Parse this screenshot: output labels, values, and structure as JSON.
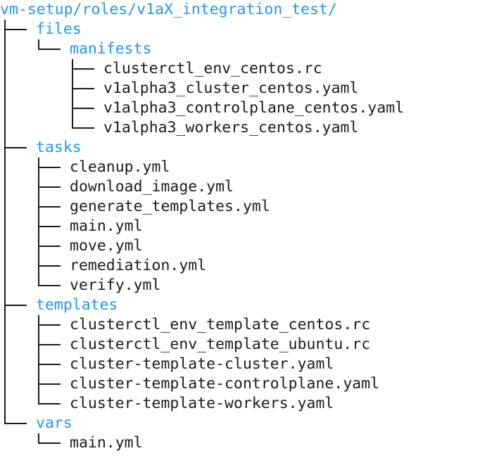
{
  "colors": {
    "directory": "#2196f3",
    "file": "#1b1b1b",
    "tree_line": "#1b1b1b",
    "background": "#ffffff"
  },
  "tree": {
    "root_label": "vm-setup/roles/v1aX_integration_test/",
    "nodes": [
      {
        "label": "files",
        "type": "directory",
        "level": 1
      },
      {
        "label": "manifests",
        "type": "directory",
        "level": 2
      },
      {
        "label": "clusterctl_env_centos.rc",
        "type": "file",
        "level": 3
      },
      {
        "label": "v1alpha3_cluster_centos.yaml",
        "type": "file",
        "level": 3
      },
      {
        "label": "v1alpha3_controlplane_centos.yaml",
        "type": "file",
        "level": 3
      },
      {
        "label": "v1alpha3_workers_centos.yaml",
        "type": "file",
        "level": 3
      },
      {
        "label": "tasks",
        "type": "directory",
        "level": 1
      },
      {
        "label": "cleanup.yml",
        "type": "file",
        "level": 2
      },
      {
        "label": "download_image.yml",
        "type": "file",
        "level": 2
      },
      {
        "label": "generate_templates.yml",
        "type": "file",
        "level": 2
      },
      {
        "label": "main.yml",
        "type": "file",
        "level": 2
      },
      {
        "label": "move.yml",
        "type": "file",
        "level": 2
      },
      {
        "label": "remediation.yml",
        "type": "file",
        "level": 2
      },
      {
        "label": "verify.yml",
        "type": "file",
        "level": 2
      },
      {
        "label": "templates",
        "type": "directory",
        "level": 1
      },
      {
        "label": "clusterctl_env_template_centos.rc",
        "type": "file",
        "level": 2
      },
      {
        "label": "clusterctl_env_template_ubuntu.rc",
        "type": "file",
        "level": 2
      },
      {
        "label": "cluster-template-cluster.yaml",
        "type": "file",
        "level": 2
      },
      {
        "label": "cluster-template-controlplane.yaml",
        "type": "file",
        "level": 2
      },
      {
        "label": "cluster-template-workers.yaml",
        "type": "file",
        "level": 2
      },
      {
        "label": "vars",
        "type": "directory",
        "level": 1
      },
      {
        "label": "main.yml",
        "type": "file",
        "level": 2
      }
    ]
  }
}
